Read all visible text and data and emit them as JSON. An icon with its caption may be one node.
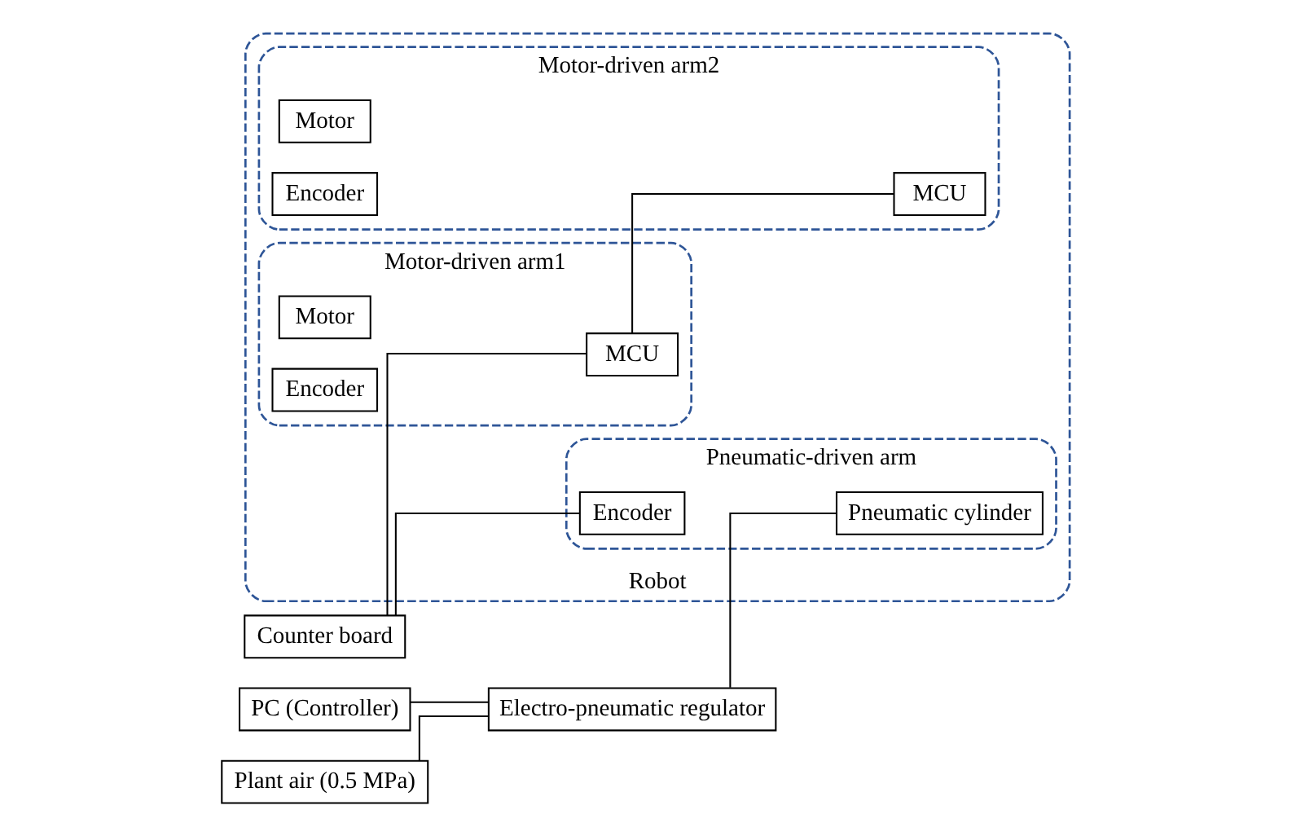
{
  "diagram": {
    "nodes": [
      {
        "text": [
          "Robot"
        ]
      },
      {
        "text": [
          "Motor-driven arm1"
        ],
        "in": 0
      },
      {
        "text": [
          "Motor"
        ],
        "in": 1
      },
      {
        "text": [
          "Encoder"
        ],
        "in": 1
      },
      {
        "text": [
          "MCU"
        ],
        "in": 1
      },
      {
        "text": [
          "Motor-driven arm2"
        ],
        "in": 0
      },
      {
        "text": [
          "Motor"
        ],
        "in": 5
      },
      {
        "text": [
          "Encoder"
        ],
        "in": 5
      },
      {
        "text": [
          "MCU"
        ],
        "in": 5
      },
      {
        "text": [
          "Pneumatic-driven arm"
        ],
        "in": 0
      },
      {
        "text": [
          "Encoder"
        ],
        "in": 9
      },
      {
        "text": [
          "Pneumatic cylinder"
        ],
        "in": 9
      },
      {
        "text": [
          "Counter board"
        ]
      },
      {
        "text": [
          "PC (Controller)"
        ]
      },
      {
        "text": [
          "Plant air (0.5 MPa)"
        ]
      },
      {
        "text": [
          "Electro-pneumatic regulator"
        ]
      }
    ],
    "edges": [
      {
        "from": 12,
        "to": 4,
        "arrow": "none"
      },
      {
        "from": 4,
        "to": 8,
        "arrow": "none"
      },
      {
        "from": 12,
        "to": 10,
        "arrow": "none"
      },
      {
        "from": 14,
        "to": 15,
        "arrow": "none"
      },
      {
        "from": 13,
        "to": 15,
        "arrow": "none"
      },
      {
        "from": 15,
        "to": 11,
        "arrow": "none"
      }
    ]
  }
}
